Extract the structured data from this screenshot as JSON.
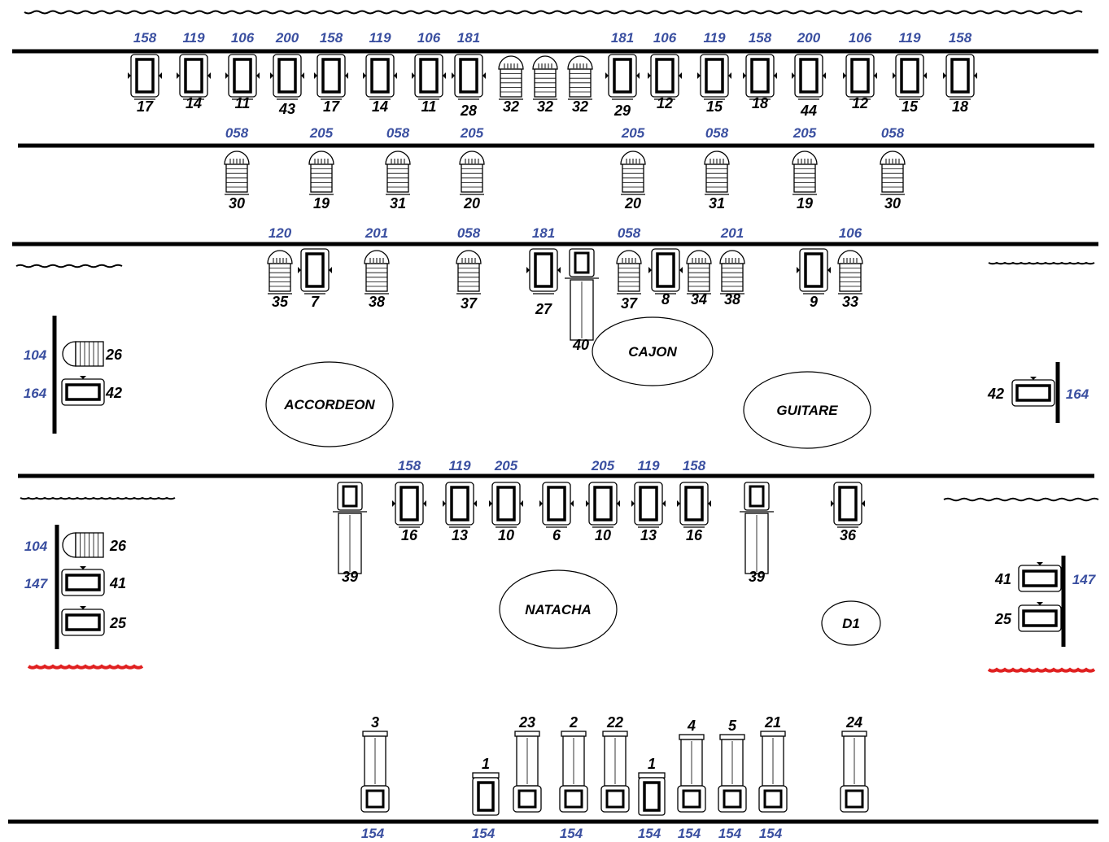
{
  "colors": {
    "label_blue": "#3a4fa0",
    "line": "#000000",
    "wave_red": "#e02020"
  },
  "zones": [
    {
      "name": "CAJON"
    },
    {
      "name": "ACCORDEON"
    },
    {
      "name": "GUITARE"
    },
    {
      "name": "NATACHA"
    },
    {
      "name": "D1"
    }
  ],
  "rows": [
    {
      "id": "row-a",
      "seats": [
        {
          "type": "box",
          "top": "158",
          "bottom": "17"
        },
        {
          "type": "box",
          "top": "119",
          "bottom": "14"
        },
        {
          "type": "box",
          "top": "106",
          "bottom": "11"
        },
        {
          "type": "box",
          "top": "200",
          "bottom": "43"
        },
        {
          "type": "box",
          "top": "158",
          "bottom": "17"
        },
        {
          "type": "box",
          "top": "119",
          "bottom": "14"
        },
        {
          "type": "box",
          "top": "106",
          "bottom": "11"
        },
        {
          "type": "box",
          "top": "181",
          "bottom": "28"
        },
        {
          "type": "dome",
          "top": "",
          "bottom": "32"
        },
        {
          "type": "dome",
          "top": "",
          "bottom": "32"
        },
        {
          "type": "dome",
          "top": "",
          "bottom": "32"
        },
        {
          "type": "box",
          "top": "181",
          "bottom": "29"
        },
        {
          "type": "box",
          "top": "106",
          "bottom": "12"
        },
        {
          "type": "box",
          "top": "119",
          "bottom": "15"
        },
        {
          "type": "box",
          "top": "158",
          "bottom": "18"
        },
        {
          "type": "box",
          "top": "200",
          "bottom": "44"
        },
        {
          "type": "box",
          "top": "106",
          "bottom": "12"
        },
        {
          "type": "box",
          "top": "119",
          "bottom": "15"
        },
        {
          "type": "box",
          "top": "158",
          "bottom": "18"
        }
      ]
    },
    {
      "id": "row-b",
      "seats": [
        {
          "type": "dome",
          "top": "058",
          "bottom": "30"
        },
        {
          "type": "dome",
          "top": "205",
          "bottom": "19"
        },
        {
          "type": "dome",
          "top": "058",
          "bottom": "31"
        },
        {
          "type": "dome",
          "top": "205",
          "bottom": "20"
        },
        {
          "type": "dome",
          "top": "205",
          "bottom": "20"
        },
        {
          "type": "dome",
          "top": "058",
          "bottom": "31"
        },
        {
          "type": "dome",
          "top": "205",
          "bottom": "19"
        },
        {
          "type": "dome",
          "top": "058",
          "bottom": "30"
        }
      ]
    },
    {
      "id": "row-c",
      "seats": [
        {
          "type": "dome",
          "top": "120",
          "bottom": "35"
        },
        {
          "type": "box",
          "top": "",
          "bottom": "7"
        },
        {
          "type": "dome",
          "top": "201",
          "bottom": "38"
        },
        {
          "type": "dome",
          "top": "058",
          "bottom": "37"
        },
        {
          "type": "box",
          "top": "181",
          "bottom": "27"
        },
        {
          "type": "tall",
          "top": "",
          "bottom": "40"
        },
        {
          "type": "dome",
          "top": "058",
          "bottom": "37"
        },
        {
          "type": "box",
          "top": "",
          "bottom": "8"
        },
        {
          "type": "dome",
          "top": "",
          "bottom": "34"
        },
        {
          "type": "dome",
          "top": "201",
          "bottom": "38"
        },
        {
          "type": "box",
          "top": "",
          "bottom": "9"
        },
        {
          "type": "dome",
          "top": "106",
          "bottom": "33"
        }
      ]
    },
    {
      "id": "row-d",
      "seats": [
        {
          "type": "tall",
          "top": "",
          "bottom": "39"
        },
        {
          "type": "box",
          "top": "158",
          "bottom": "16"
        },
        {
          "type": "box",
          "top": "119",
          "bottom": "13"
        },
        {
          "type": "box",
          "top": "205",
          "bottom": "10"
        },
        {
          "type": "box",
          "top": "",
          "bottom": "6"
        },
        {
          "type": "box",
          "top": "205",
          "bottom": "10"
        },
        {
          "type": "box",
          "top": "119",
          "bottom": "13"
        },
        {
          "type": "box",
          "top": "158",
          "bottom": "16"
        },
        {
          "type": "tall",
          "top": "",
          "bottom": "39"
        },
        {
          "type": "box",
          "top": "",
          "bottom": "36"
        }
      ]
    },
    {
      "id": "row-e",
      "seats": [
        {
          "type": "bench",
          "top": "3",
          "bottom": "154"
        },
        {
          "type": "small",
          "top": "1",
          "bottom": "154"
        },
        {
          "type": "bench",
          "top": "23",
          "bottom": ""
        },
        {
          "type": "bench",
          "top": "2",
          "bottom": "154"
        },
        {
          "type": "bench",
          "top": "22",
          "bottom": ""
        },
        {
          "type": "small",
          "top": "1",
          "bottom": "154"
        },
        {
          "type": "bench",
          "top": "4",
          "bottom": "154"
        },
        {
          "type": "bench",
          "top": "5",
          "bottom": "154"
        },
        {
          "type": "bench",
          "top": "21",
          "bottom": "154"
        },
        {
          "type": "bench",
          "top": "24",
          "bottom": ""
        }
      ]
    }
  ],
  "side_groups": [
    {
      "id": "left-upper",
      "items": [
        {
          "type": "side-dome",
          "blue": "104",
          "num": "26"
        },
        {
          "type": "side-box",
          "blue": "164",
          "num": "42"
        }
      ]
    },
    {
      "id": "right-upper",
      "items": [
        {
          "type": "side-box",
          "blue": "164",
          "num": "42"
        }
      ]
    },
    {
      "id": "left-lower",
      "items": [
        {
          "type": "side-dome",
          "blue": "104",
          "num": "26"
        },
        {
          "type": "side-box",
          "blue": "147",
          "num": "41"
        },
        {
          "type": "side-box",
          "blue": "",
          "num": "25"
        }
      ]
    },
    {
      "id": "right-lower",
      "items": [
        {
          "type": "side-box",
          "blue": "147",
          "num": "41"
        },
        {
          "type": "side-box",
          "blue": "",
          "num": "25"
        }
      ]
    }
  ]
}
